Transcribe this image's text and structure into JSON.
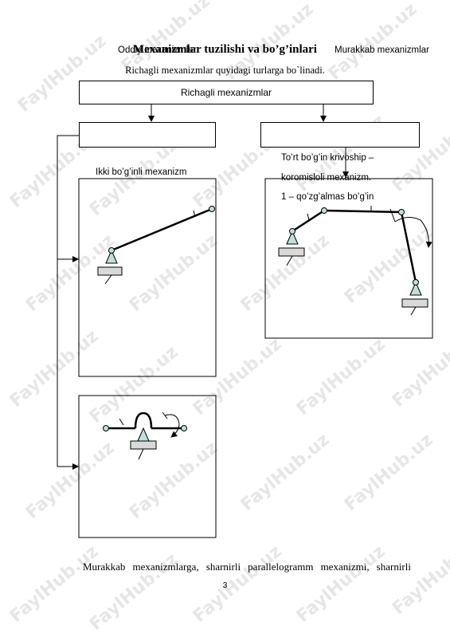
{
  "heading": {
    "title": "Mexanizmlar tuzilishi va bo’g’inlari",
    "overlap_left": "Oddiy mexanizmlar",
    "overlap_right": "Murakkab mexanizmlar"
  },
  "intro": "Richagli mexanizmlar quyidagi turlarga bo`linadi.",
  "diagram": {
    "top_box": "Richagli mexanizmlar",
    "left_panel_label": "Ikki  bo’g’inli mexanizm",
    "right_label_line1": "To’rt bo’g’in krivoship –",
    "right_label_line2": "koromisloli mexanizm.",
    "right_label_line3": "1 – qo’zg’almas bo’g’in"
  },
  "bottom_text": "Murakkab  mexanizmlarga,  sharnirli  parallelogramm  mexanizmi,  sharnirli",
  "page_number": "3",
  "watermark": "FaylHub.uz",
  "colors": {
    "watermark": "#c9c9c9",
    "support": "#bfe0dc",
    "ground": "#d9d9d9"
  }
}
